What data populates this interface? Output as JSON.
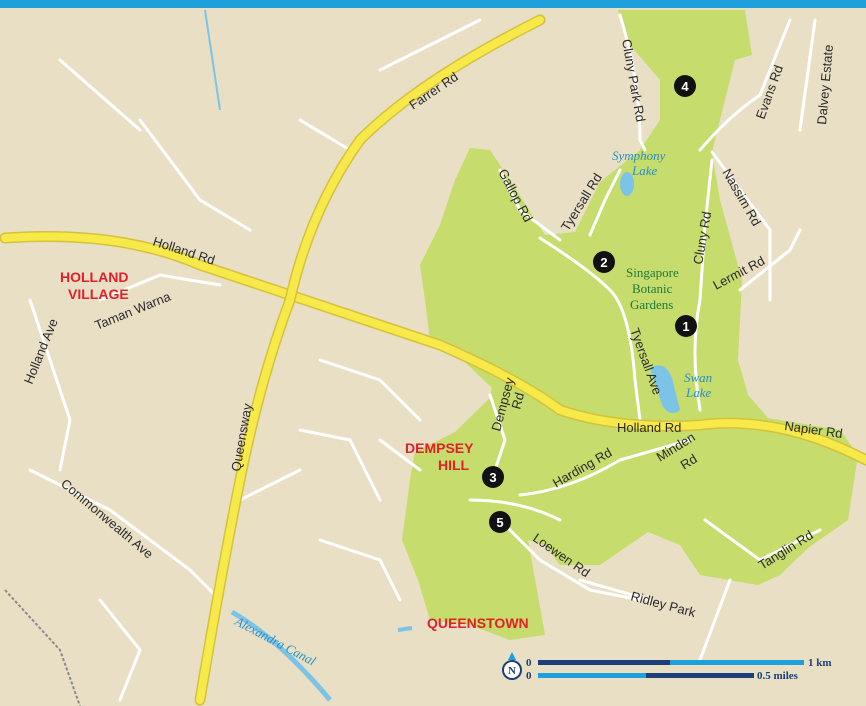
{
  "colors": {
    "land": "#e8dfc5",
    "park": "#c6dc6c",
    "road_minor": "#ffffff",
    "highway": "#f7e94a",
    "highway_edge": "#d4c23a",
    "water": "#7cc3e8",
    "top_bar": "#1ea0dc",
    "district": "#e0202a",
    "marker": "#111111",
    "scale_dark": "#1c3f7a",
    "scale_light": "#1ea0dc"
  },
  "roads": {
    "farrer": "Farrer Rd",
    "holland_w": "Holland Rd",
    "holland_e": "Holland Rd",
    "napier": "Napier Rd",
    "queensway": "Queensway",
    "cluny_park": "Cluny Park Rd",
    "evans": "Evans Rd",
    "dalvey": "Dalvey Estate",
    "gallop": "Gallop Rd",
    "tyersall_n": "Tyersall Rd",
    "nassim": "Nassim Rd",
    "cluny": "Cluny Rd",
    "lermit": "Lermit Rd",
    "tyersall_ave": "Tyersall Ave",
    "taman_warna": "Taman Warna",
    "holland_ave": "Holland Ave",
    "dempsey_1": "Dempsey",
    "dempsey_2": "Rd",
    "harding": "Harding Rd",
    "minden_1": "Minden",
    "minden_2": "Rd",
    "loewen": "Loewen Rd",
    "tanglin": "Tanglin Rd",
    "ridley": "Ridley Park",
    "commonwealth": "Commonwealth Ave",
    "alexandra": "Alexandra Canal"
  },
  "districts": {
    "holland_1": "HOLLAND",
    "holland_2": "VILLAGE",
    "dempsey_1": "DEMPSEY",
    "dempsey_2": "HILL",
    "queenstown": "QUEENSTOWN"
  },
  "park": {
    "botanic_1": "Singapore",
    "botanic_2": "Botanic",
    "botanic_3": "Gardens"
  },
  "water": {
    "symphony_1": "Symphony",
    "symphony_2": "Lake",
    "swan_1": "Swan",
    "swan_2": "Lake"
  },
  "markers": [
    "1",
    "2",
    "3",
    "4",
    "5"
  ],
  "scale": {
    "zero_km": "0",
    "km": "1 km",
    "zero_mi": "0",
    "miles": "0.5 miles",
    "north": "N"
  }
}
